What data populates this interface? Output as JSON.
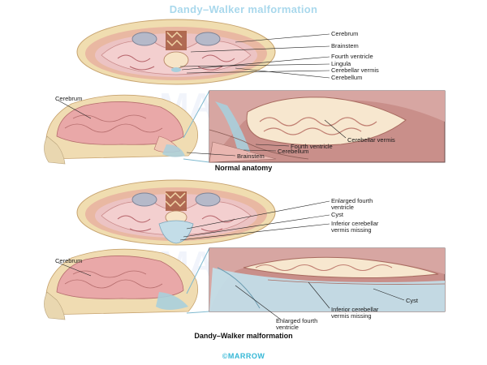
{
  "title": "Dandy–Walker malformation",
  "normal": {
    "caption": "Normal anatomy",
    "axial_labels": [
      "Cerebrum",
      "Brainstem",
      "Fourth ventricle",
      "Lingula",
      "Cerebellar vermis",
      "Cerebellum"
    ],
    "sagittal_labels": {
      "cerebrum": "Cerebrum",
      "cerebellar_vermis": "Cerebellar vermis",
      "fourth_ventricle": "Fourth ventricle",
      "cerebellum": "Cerebellum",
      "brainstem": "Brainstem"
    }
  },
  "dandy_walker": {
    "caption": "Dandy–Walker malformation",
    "axial_labels": {
      "enlarged_fourth_ventricle": [
        "Enlarged fourth",
        "ventricle"
      ],
      "cyst": "Cyst",
      "inferior_vermis": [
        "Inferior cerebellar",
        "vermis missing"
      ]
    },
    "sagittal_labels": {
      "cerebrum": "Cerebrum",
      "cyst": "Cyst",
      "inferior_vermis": [
        "Inferior cerebellar",
        "vermis missing"
      ],
      "enlarged_fourth_ventricle": [
        "Enlarged fourth",
        "ventricle"
      ]
    }
  },
  "watermark": "MARROW",
  "footer": "©MARROW",
  "colors": {
    "title": "#a9d8ec",
    "footer": "#35b7d6",
    "brain_pink": "#e7a9a9",
    "skull": "#eedca6",
    "ventricle_blue": "#a9cfdc"
  }
}
